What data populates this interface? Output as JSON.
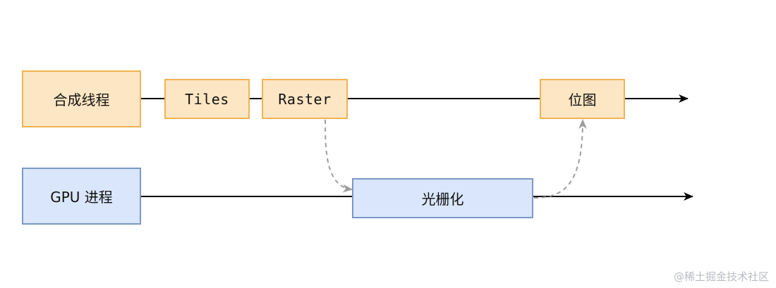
{
  "diagram": {
    "compositor_thread": "合成线程",
    "tiles": "Tiles",
    "raster": "Raster",
    "bitmap": "位图",
    "gpu_process": "GPU 进程",
    "rasterization": "光栅化"
  },
  "watermark": "@稀土掘金技术社区",
  "colors": {
    "orange_fill": "#fde6c4",
    "orange_border": "#f0b354",
    "blue_fill": "#dae6fb",
    "blue_border": "#7a98c9",
    "line": "#000000",
    "dashed_arrow": "#9e9e9e"
  }
}
